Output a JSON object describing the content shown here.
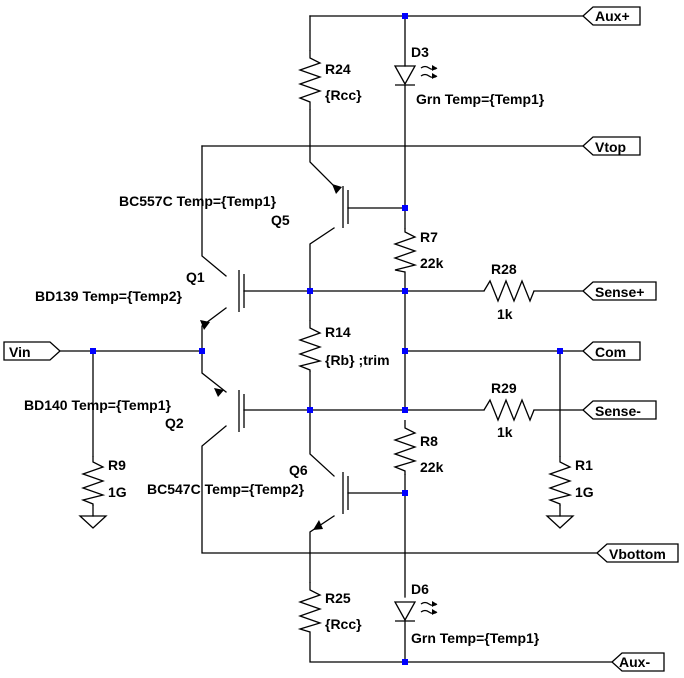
{
  "ports": {
    "aux_plus": "Aux+",
    "vtop": "Vtop",
    "sense_plus": "Sense+",
    "com": "Com",
    "sense_minus": "Sense-",
    "vbottom": "Vbottom",
    "aux_minus": "Aux-",
    "vin": "Vin"
  },
  "components": {
    "R24": {
      "ref": "R24",
      "value": "{Rcc}"
    },
    "D3": {
      "ref": "D3",
      "value": "Grn Temp={Temp1}"
    },
    "Q5": {
      "ref": "Q5",
      "model": "BC557C Temp={Temp1}"
    },
    "R7": {
      "ref": "R7",
      "value": "22k"
    },
    "Q1": {
      "ref": "Q1",
      "model": "BD139 Temp={Temp2}"
    },
    "R28": {
      "ref": "R28",
      "value": "1k"
    },
    "R14": {
      "ref": "R14",
      "value": "{Rb} ;trim"
    },
    "Q2": {
      "ref": "Q2",
      "model": "BD140 Temp={Temp1}"
    },
    "R29": {
      "ref": "R29",
      "value": "1k"
    },
    "R8": {
      "ref": "R8",
      "value": "22k"
    },
    "R9": {
      "ref": "R9",
      "value": "1G"
    },
    "R1": {
      "ref": "R1",
      "value": "1G"
    },
    "Q6": {
      "ref": "Q6",
      "model": "BC547C Temp={Temp2}"
    },
    "R25": {
      "ref": "R25",
      "value": "{Rcc}"
    },
    "D6": {
      "ref": "D6",
      "value": "Grn Temp={Temp1}"
    }
  }
}
